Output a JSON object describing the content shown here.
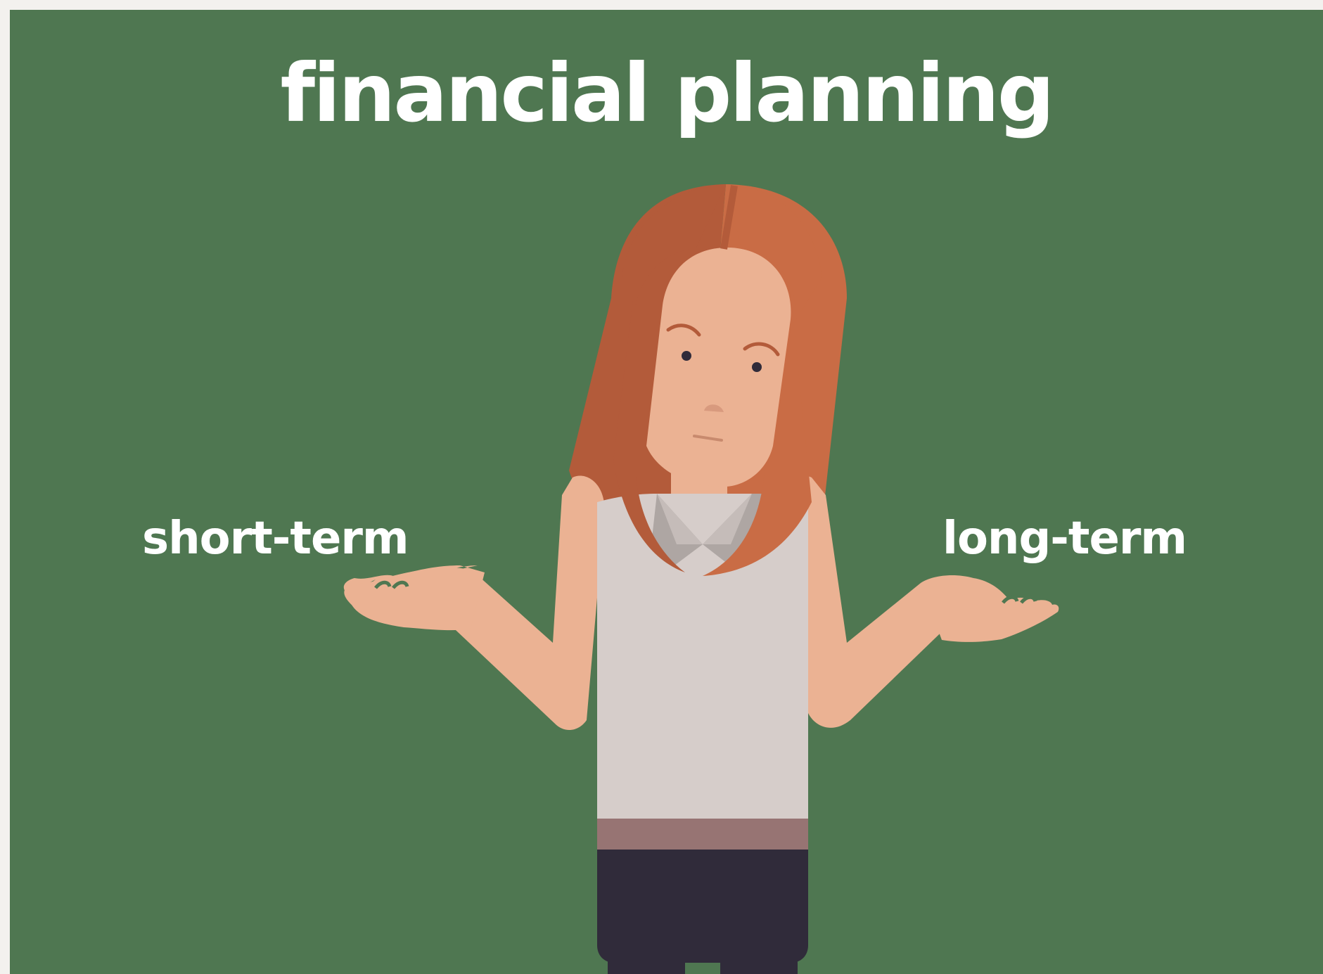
{
  "title": "financial planning",
  "labels": {
    "left": "short-term",
    "right": "long-term"
  },
  "colors": {
    "background": "#4f7751",
    "frame": "#f3f1ee",
    "text": "#ffffff",
    "hair_dark": "#b35b3a",
    "hair_light": "#c96c45",
    "skin": "#ebb293",
    "shirt": "#d6cdca",
    "collar": "#aea6a3",
    "belt": "#977473",
    "pants": "#302b3a"
  }
}
